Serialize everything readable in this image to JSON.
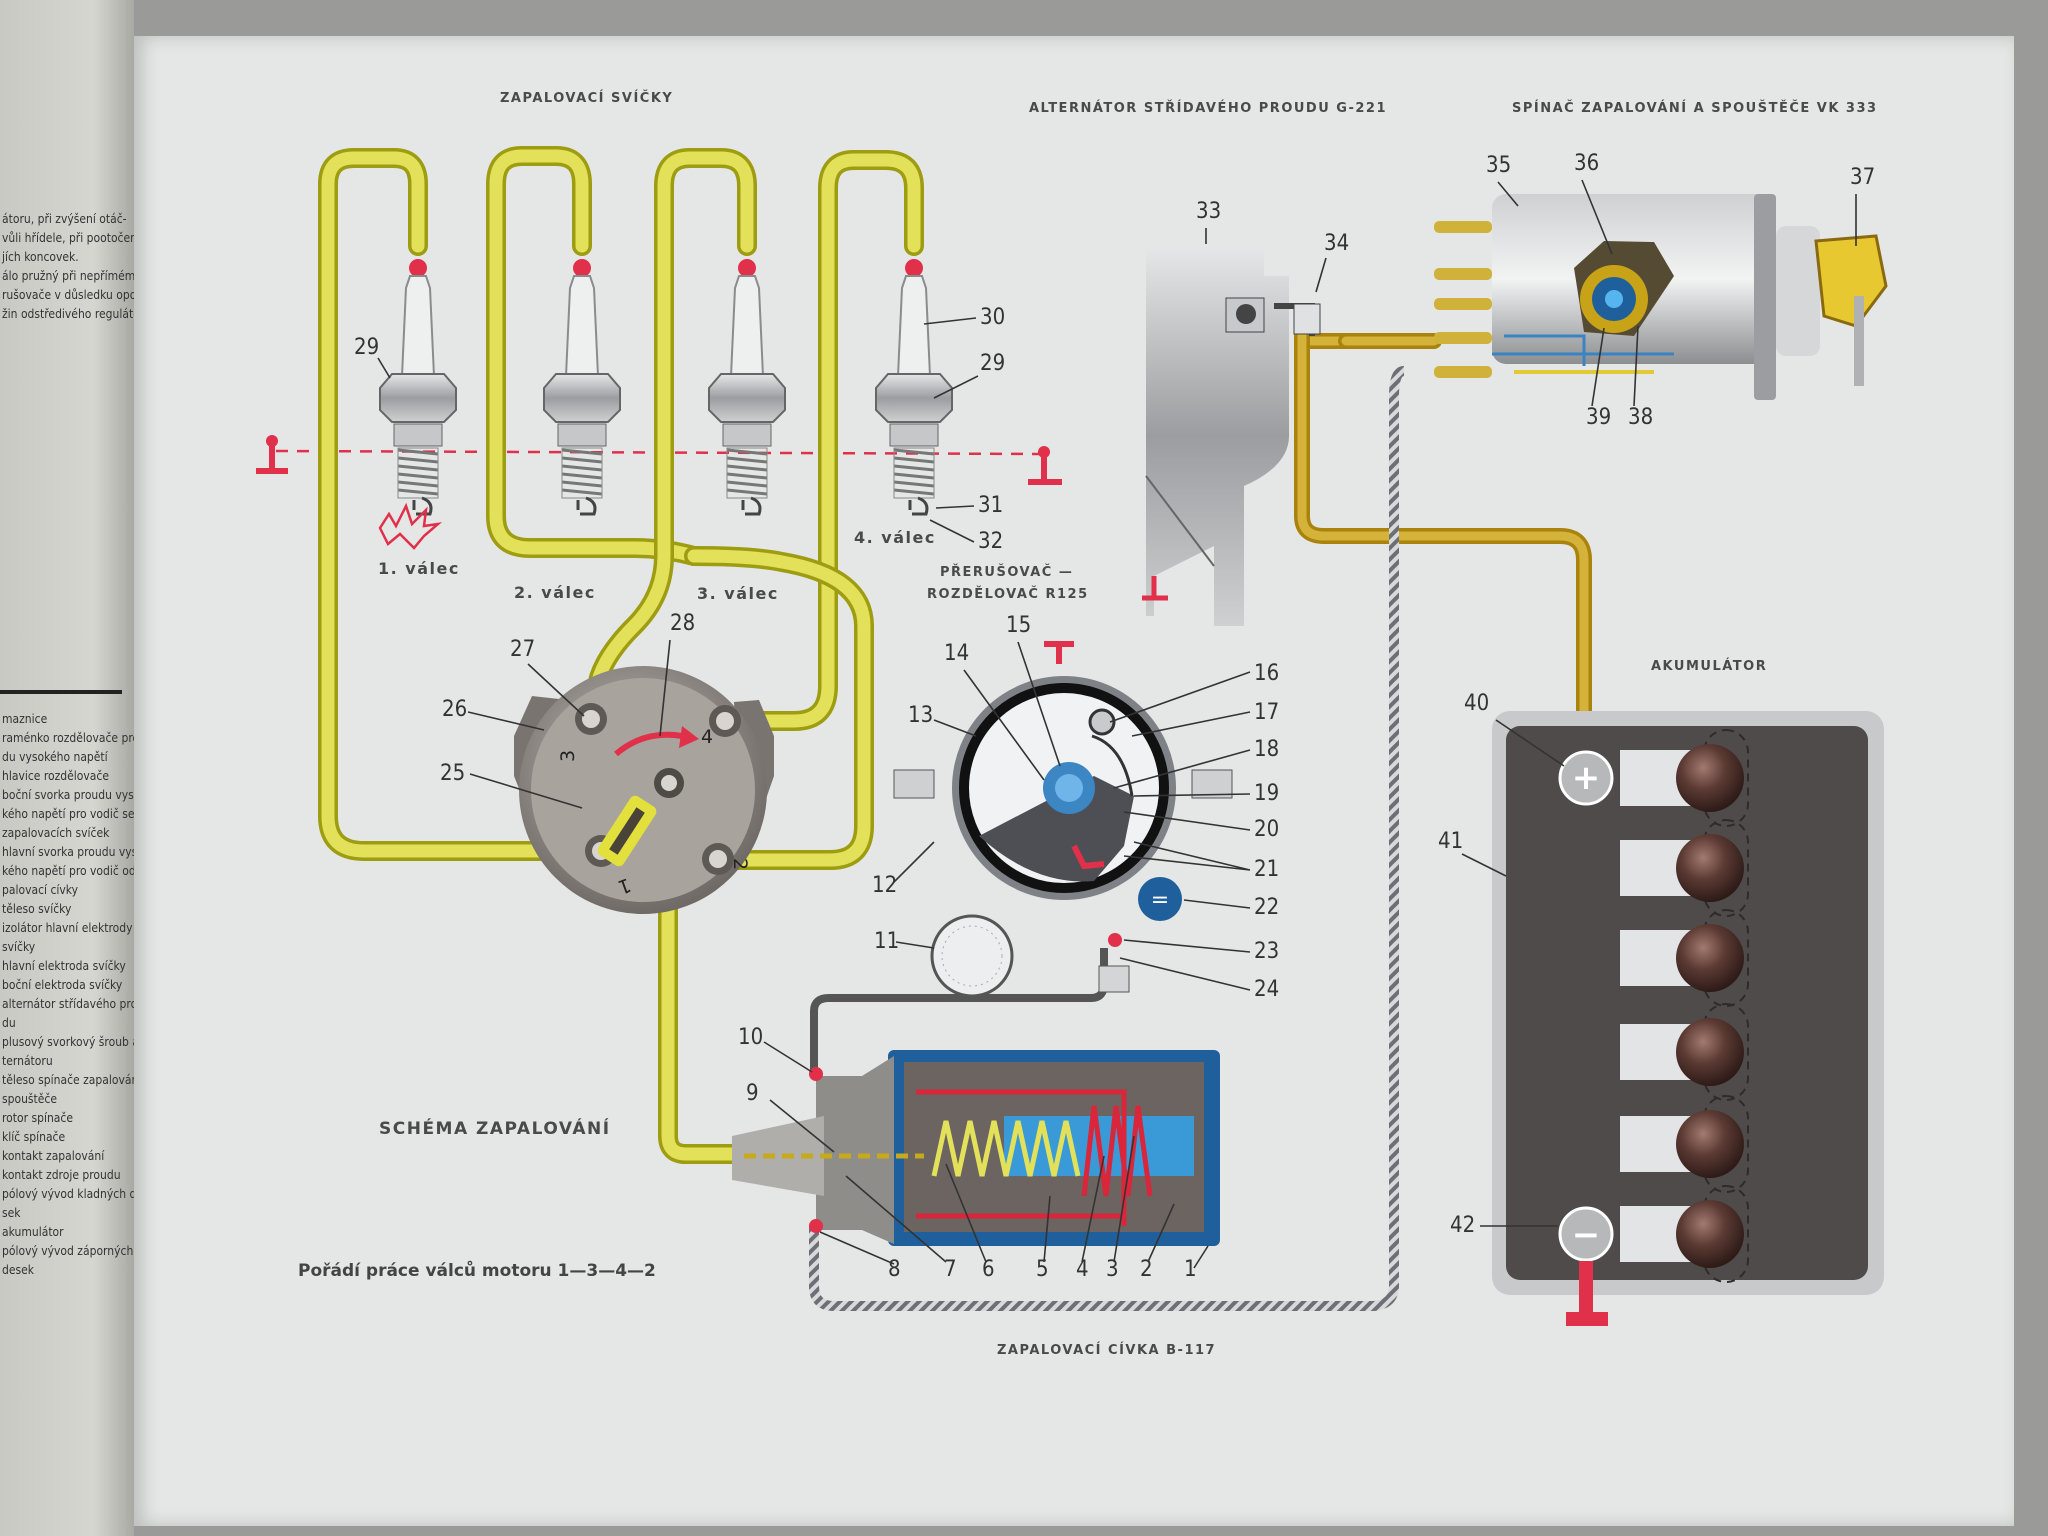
{
  "left_page": {
    "top_lines": [
      "átoru, při zvýšení otáč-",
      "vůli hřídele, při pootočení",
      "jích koncovek.",
      "álo pružný při nepřímém",
      "rušovače v důsledku opotř.",
      "žin odstředivého regulátoru"
    ],
    "legend_lines": [
      "maznice",
      "raménko rozdělovače pro-",
      "du vysokého napětí",
      "hlavice rozdělovače",
      "boční svorka proudu vyso-",
      "kého napětí pro vodič se",
      "zapalovacích svíček",
      "hlavní svorka proudu vyso-",
      "kého napětí pro vodič od za-",
      "palovací cívky",
      "těleso svíčky",
      "izolátor hlavní elektrody",
      "svíčky",
      "hlavní elektroda svíčky",
      "boční elektroda svíčky",
      "alternátor střídavého prou-",
      "du",
      "plusový svorkový šroub al-",
      "ternátoru",
      "těleso spínače zapalování a",
      "spouštěče",
      "rotor spínače",
      "klíč spínače",
      "kontakt zapalování",
      "kontakt zdroje proudu",
      "pólový vývod kladných de-",
      "sek",
      "akumulátor",
      "pólový vývod záporných",
      "desek"
    ]
  },
  "titles": {
    "spark_plugs": "ZAPALOVACÍ SVÍČKY",
    "alternator": "ALTERNÁTOR STŘÍDAVÉHO PROUDU G-221",
    "switch": "SPÍNAČ ZAPALOVÁNÍ A SPOUŠTĚČE VK 333",
    "breaker_1": "PŘERUŠOVAČ —",
    "breaker_2": "ROZDĚLOVAČ R125",
    "battery": "AKUMULÁTOR",
    "schema": "SCHÉMA ZAPALOVÁNÍ",
    "coil": "ZAPALOVACÍ CÍVKA B-117",
    "firing_order": "Pořádí práce válců motoru 1—3—4—2"
  },
  "cylinders": [
    "1. válec",
    "2. válec",
    "3. válec",
    "4. válec"
  ],
  "distributor_marks": [
    "3",
    "4",
    "2",
    "1"
  ],
  "callouts": {
    "n1": "1",
    "n2": "2",
    "n3": "3",
    "n4": "4",
    "n5": "5",
    "n6": "6",
    "n7": "7",
    "n8": "8",
    "n9": "9",
    "n10": "10",
    "n11": "11",
    "n12": "12",
    "n13": "13",
    "n14": "14",
    "n15": "15",
    "n16": "16",
    "n17": "17",
    "n18": "18",
    "n19": "19",
    "n20": "20",
    "n21": "21",
    "n22": "22",
    "n23": "23",
    "n24": "24",
    "n25": "25",
    "n26": "26",
    "n27": "27",
    "n28": "28",
    "n29a": "29",
    "n29b": "29",
    "n30": "30",
    "n31": "31",
    "n32": "32",
    "n33": "33",
    "n34": "34",
    "n35": "35",
    "n36": "36",
    "n37": "37",
    "n38": "38",
    "n39": "39",
    "n40": "40",
    "n41": "41",
    "n42": "42"
  },
  "battery_terminals": {
    "positive": "+",
    "negative": "−"
  },
  "colors": {
    "page": "#e5e7e6",
    "hv_wire": "#e3e05a",
    "lv_wire": "#d5b23a",
    "marker_red": "#e0304a",
    "steel": "#b9babb",
    "coil_body": "#3a78a8",
    "coil_winding": "#d9263a"
  }
}
